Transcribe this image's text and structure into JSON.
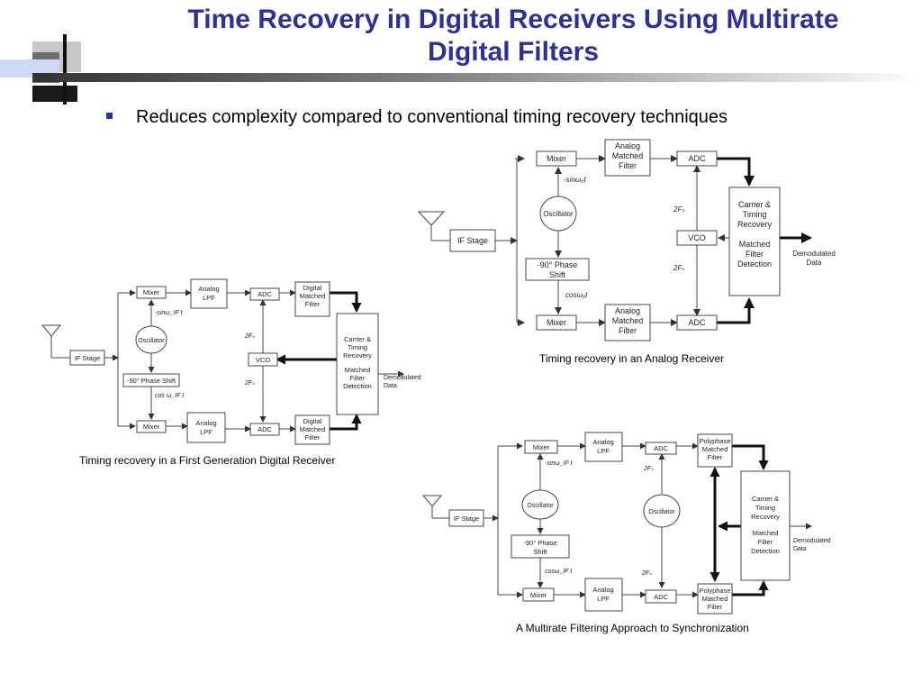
{
  "slide": {
    "title_line1": "Time Recovery in Digital Receivers Using Multirate",
    "title_line2": "Digital Filters",
    "bullet": "Reduces complexity compared to conventional timing recovery techniques",
    "accent_color": "#2e3192"
  },
  "analog": {
    "caption": "Timing recovery in an Analog Receiver",
    "if_stage": "IF Stage",
    "mixer_top": "Mixer",
    "mixer_bot": "Mixer",
    "oscillator": "Oscillator",
    "phase_l1": "-90° Phase",
    "phase_l2": "Shift",
    "sin_label": "-sinω₀t",
    "cos_label": "cosω₀t",
    "amf_top_l1": "Analog",
    "amf_top_l2": "Matched",
    "amf_top_l3": "Filter",
    "amf_bot_l1": "Analog",
    "amf_bot_l2": "Matched",
    "amf_bot_l3": "Filter",
    "adc_top": "ADC",
    "adc_bot": "ADC",
    "vco": "VCO",
    "fs_top": "2Fₛ",
    "fs_bot": "2Fₛ",
    "ctr_l1": "Carrier  &",
    "ctr_l2": "Timing",
    "ctr_l3": "Recovery",
    "ctr_l4": "Matched",
    "ctr_l5": "Filter",
    "ctr_l6": "Detection",
    "out_l1": "Demodulated",
    "out_l2": "Data"
  },
  "first": {
    "caption": "Timing recovery in a First Generation Digital Receiver",
    "if_stage": "IF Stage",
    "mixer_top": "Mixer",
    "mixer_bot": "Mixer",
    "oscillator": "Oscillator",
    "phase": "-90° Phase Shift",
    "sin_label": "-sinω_IF t",
    "cos_label": "cos ω_IF t",
    "lpf_top_l1": "Analog",
    "lpf_top_l2": "LPF",
    "lpf_bot_l1": "Analog",
    "lpf_bot_l2": "LPF",
    "adc_top": "ADC",
    "adc_bot": "ADC",
    "vco": "VCO",
    "fs_top": "2Fₛ",
    "fs_bot": "2Fₛ",
    "dmf_top_l1": "Digital",
    "dmf_top_l2": "Matched",
    "dmf_top_l3": "Filter",
    "dmf_bot_l1": "Digital",
    "dmf_bot_l2": "Matched",
    "dmf_bot_l3": "Filter",
    "ctr_l1": "Carrier &",
    "ctr_l2": "Timing",
    "ctr_l3": "Recovery",
    "ctr_l4": "Matched",
    "ctr_l5": "Filter",
    "ctr_l6": "Detection",
    "out_l1": "Demodulated",
    "out_l2": "Data"
  },
  "multirate": {
    "caption": "A Multirate Filtering Approach to Synchronization",
    "if_stage": "IF Stage",
    "mixer_top": "Mixer",
    "mixer_bot": "Mixer",
    "oscillator_l": "Oscillator",
    "oscillator_r": "Oscillator",
    "phase_l1": "-90° Phase",
    "phase_l2": "Shift",
    "sin_label": "-sinω_IF t",
    "cos_label": "cosω_IF t",
    "lpf_top_l1": "Analog",
    "lpf_top_l2": "LPF",
    "lpf_bot_l1": "Analog",
    "lpf_bot_l2": "LPF",
    "adc_top": "ADC",
    "adc_bot": "ADC",
    "fs_top": "2Fₛ",
    "fs_bot": "2Fₛ",
    "pmf_top_l1": "Polyphase",
    "pmf_top_l2": "Matched",
    "pmf_top_l3": "Filter",
    "pmf_bot_l1": "Polyphase",
    "pmf_bot_l2": "Matched",
    "pmf_bot_l3": "Filter",
    "ctr_l1": "Carrier &",
    "ctr_l2": "Timing",
    "ctr_l3": "Recovery",
    "ctr_l4": "Matched",
    "ctr_l5": "Filter",
    "ctr_l6": "Detection",
    "out_l1": "Demodulated",
    "out_l2": "Data"
  }
}
